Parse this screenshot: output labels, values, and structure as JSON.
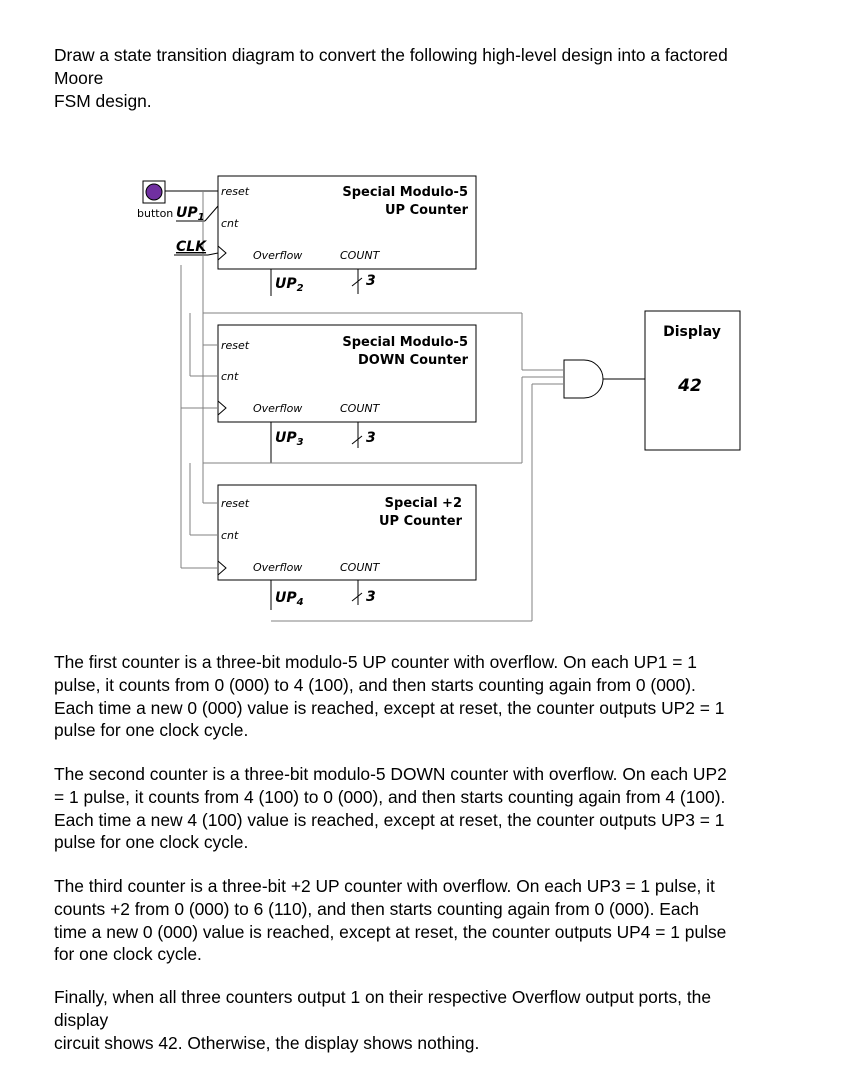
{
  "intro": {
    "lines": [
      "Draw a state transition diagram to convert the following high-level design into a factored",
      "Moore",
      "FSM design."
    ]
  },
  "diagram": {
    "inputs": {
      "button": "button",
      "up1": "UP",
      "up1_sub": "1",
      "clk": "CLK"
    },
    "counter1": {
      "title_line1": "Special Modulo-5",
      "title_line2": "UP Counter",
      "reset": "reset",
      "cnt": "cnt",
      "overflow": "Overflow",
      "count": "COUNT",
      "bus_width": "3",
      "up_label": "UP",
      "up_sub": "2"
    },
    "counter2": {
      "title_line1": "Special Modulo-5",
      "title_line2": "DOWN Counter",
      "reset": "reset",
      "cnt": "cnt",
      "overflow": "Overflow",
      "count": "COUNT",
      "bus_width": "3",
      "up_label": "UP",
      "up_sub": "3"
    },
    "counter3": {
      "title_line1": "Special +2",
      "title_line2": "UP Counter",
      "reset": "reset",
      "cnt": "cnt",
      "overflow": "Overflow",
      "count": "COUNT",
      "bus_width": "3",
      "up_label": "UP",
      "up_sub": "4"
    },
    "display": {
      "title": "Display",
      "value": "42"
    },
    "colors": {
      "button_fill": "#7030a0",
      "line": "#000000",
      "wire": "#808080"
    }
  },
  "paragraphs": [
    {
      "lines": [
        "The first counter is a three-bit modulo-5 UP counter with overflow. On each UP1 = 1",
        "pulse, it counts from 0 (000) to 4 (100), and then starts counting again from 0 (000).",
        "Each time a new 0 (000) value is reached, except at reset, the counter outputs UP2 = 1",
        "pulse for one clock cycle."
      ]
    },
    {
      "lines": [
        "The second counter is a three-bit modulo-5 DOWN counter with overflow. On each UP2",
        "= 1 pulse, it counts from 4 (100) to 0 (000), and then starts counting again from 4 (100).",
        "Each time a new 4 (100) value is reached, except at reset, the counter outputs UP3 = 1",
        "pulse for one clock cycle."
      ]
    },
    {
      "lines": [
        "The third counter is a three-bit +2 UP counter with overflow. On each UP3 = 1 pulse, it",
        "counts +2 from 0 (000) to 6 (110), and then starts counting again from 0 (000). Each",
        "time a new 0 (000) value is reached, except at reset, the counter outputs UP4 = 1 pulse",
        "for one clock cycle."
      ]
    },
    {
      "lines": [
        "Finally, when all three counters output 1 on their respective Overflow output ports, the",
        "display",
        "circuit shows 42. Otherwise, the display shows nothing."
      ]
    }
  ]
}
